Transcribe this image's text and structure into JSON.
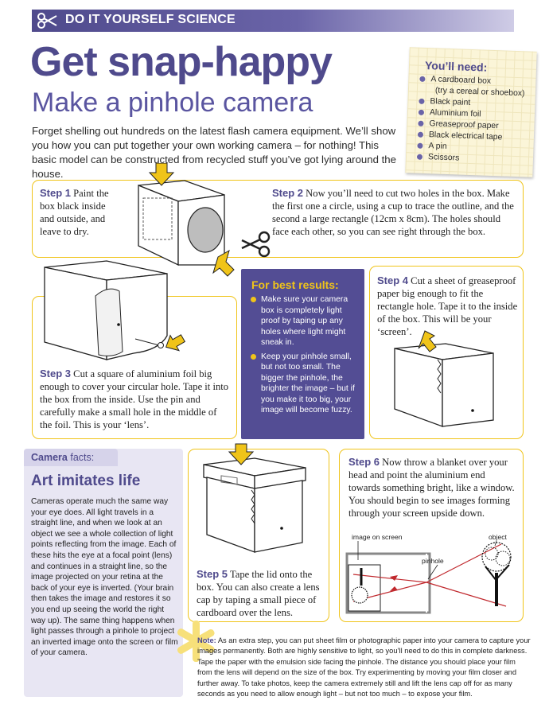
{
  "header": {
    "section_label": "DO IT YOURSELF SCIENCE"
  },
  "title": "Get snap-happy",
  "subtitle": "Make a pinhole camera",
  "intro": "Forget shelling out hundreds on the latest flash camera equipment. We’ll show you how you can put together your own working camera – for nothing! This basic model can be constructed from recycled stuff you’ve got lying around the house.",
  "needs": {
    "title": "You’ll need:",
    "items": [
      "A cardboard box",
      "(try a cereal or shoebox)",
      "Black paint",
      "Aluminium foil",
      "Greaseproof paper",
      "Black electrical tape",
      "A pin",
      "Scissors"
    ]
  },
  "steps": [
    {
      "label": "Step 1",
      "text": "Paint the box black inside and outside, and leave to dry."
    },
    {
      "label": "Step 2",
      "text": "Now you’ll need to cut two holes in the box. Make the first one a circle, using a cup to trace the outline, and the second a large rectangle (12cm x 8cm). The holes should face each other, so you can see right through the box."
    },
    {
      "label": "Step 3",
      "text": "Cut a square of aluminium foil big enough to cover your circular hole. Tape it into the box from the inside. Use the pin and carefully make a small hole in the middle of the foil. This is your ‘lens’."
    },
    {
      "label": "Step 4",
      "text": "Cut a sheet of greaseproof paper big enough to fit the rectangle hole. Tape it to the inside of the box. This will be your ‘screen’."
    },
    {
      "label": "Step 5",
      "text": "Tape the lid onto the box. You can also create a lens cap by taping a small piece of cardboard over the lens."
    },
    {
      "label": "Step 6",
      "text": "Now throw a blanket over your head and point the aluminium end towards something bright, like a window. You should begin to see images forming through your screen upside down."
    }
  ],
  "best_results": {
    "title": "For best results:",
    "items": [
      "Make sure your camera box is completely light proof by taping up any holes where light might sneak in.",
      "Keep your pinhole small, but not too small. The bigger the pinhole, the brighter the image – but if you make it too big, your image will become fuzzy."
    ]
  },
  "facts": {
    "tag_bold": "Camera",
    "tag_rest": "facts:",
    "heading": "Art imitates life",
    "body": "Cameras operate much the same way your eye does. All light travels in a straight line, and when we look at an object we see a whole collection of light points reflecting from the image. Each of these hits the eye at a focal point (lens) and continues in a straight line, so the image projected on your retina at the back of your eye is inverted. (Your brain then takes the image and restores it so you end up seeing the world the right way up). The same thing happens when light passes through a pinhole to project an inverted image onto the screen or film of your camera."
  },
  "diagram": {
    "image_label": "image on screen",
    "pinhole_label": "pinhole",
    "object_label": "object"
  },
  "note": {
    "label": "Note:",
    "text": "As an extra step, you can put sheet film or photographic paper into your camera to capture your images permanently. Both are highly sensitive to light, so you’ll need to do this in complete darkness. Tape the paper with the emulsion side facing the pinhole. The distance you should place your film from the lens will depend on the size of the box. Try experimenting by moving your film closer and further away. To take photos, keep the camera extremely still and lift the lens cap off for as many seconds as you need to allow enough light – but not too much – to expose your film."
  },
  "colors": {
    "accent_purple": "#4f4a8c",
    "accent_yellow": "#f0c419",
    "facts_bg": "#e8e6f3",
    "ray_red": "#c0282d"
  },
  "icons": [
    "scissors-icon",
    "arrow-down-icon",
    "asterisk-icon",
    "tree-icon"
  ]
}
